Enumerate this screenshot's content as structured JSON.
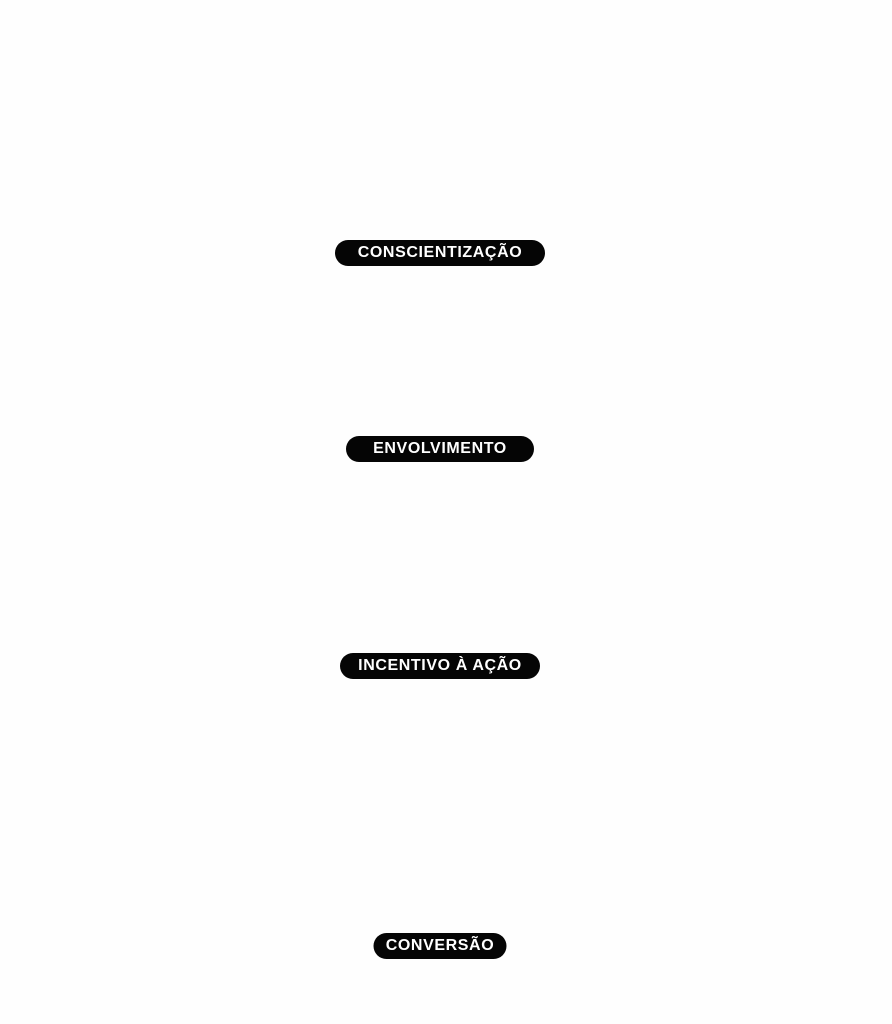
{
  "stages": [
    {
      "label": "CONSCIENTIZAÇÃO"
    },
    {
      "label": "ENVOLVIMENTO"
    },
    {
      "label": "INCENTIVO À AÇÃO"
    },
    {
      "label": "CONVERSÃO"
    }
  ],
  "colors": {
    "background": "#ffffff",
    "pill_fill": "#050505",
    "pill_text": "#ffffff"
  }
}
